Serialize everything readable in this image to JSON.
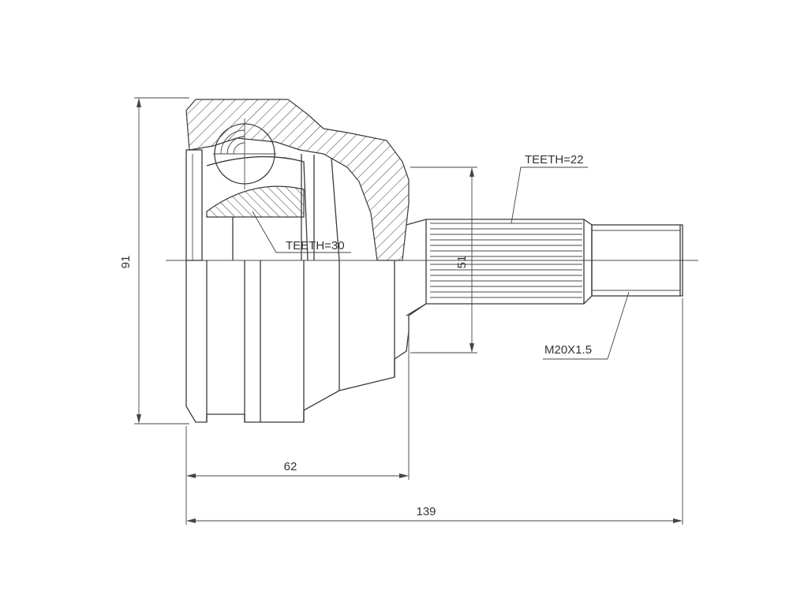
{
  "dimensions": {
    "overall_height": "91",
    "spline_diameter": "51",
    "body_length": "62",
    "total_length": "139"
  },
  "callouts": {
    "inner_teeth": "TEETH=30",
    "outer_teeth": "TEETH=22",
    "thread": "M20X1.5"
  },
  "colors": {
    "line": "#3a3a3a",
    "background": "#ffffff"
  }
}
